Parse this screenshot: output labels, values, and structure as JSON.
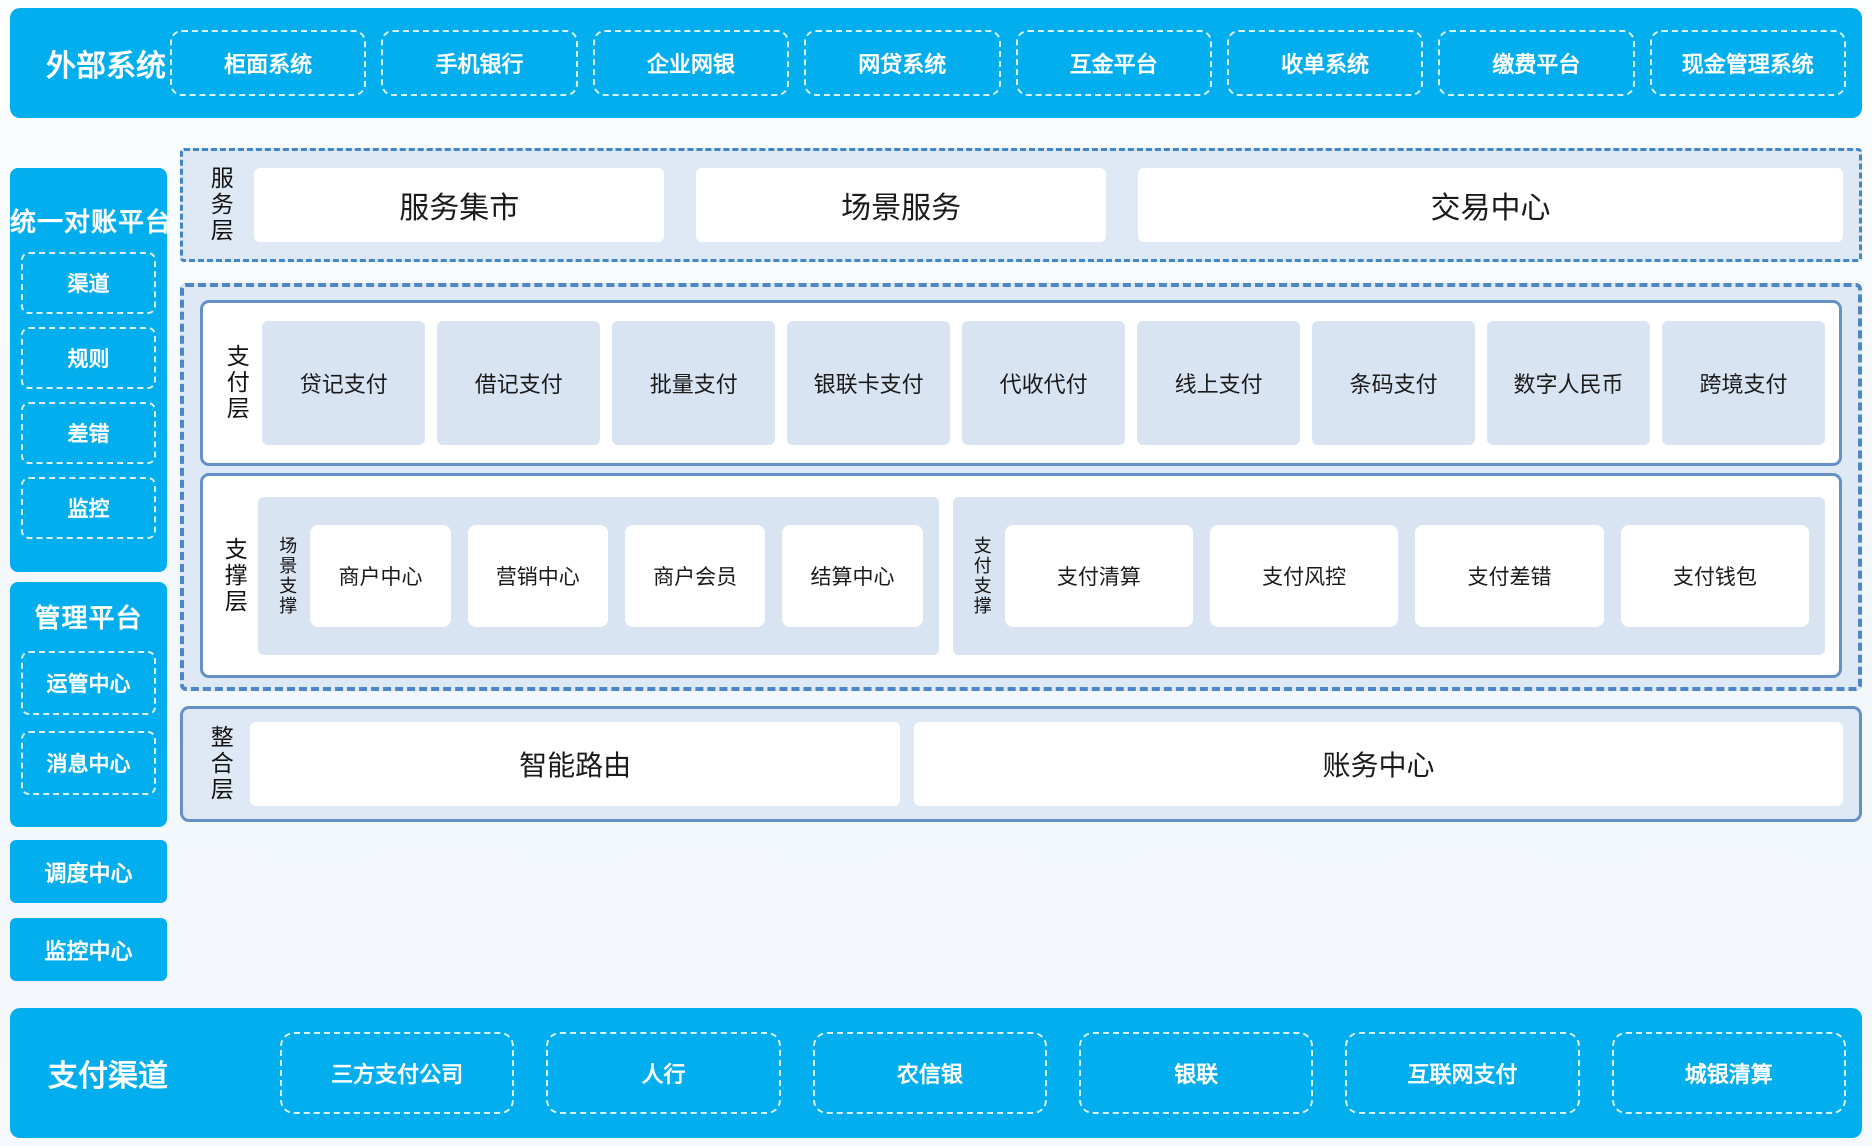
{
  "colors": {
    "accent_blue": "#03aeef",
    "section_bg": "#dfe9f5",
    "tile_light_blue": "#d9e4f3",
    "solid_border_blue": "#6591c8",
    "dashed_border_blue": "#4d87c7",
    "dark_text": "#1a1a1a",
    "white": "#ffffff"
  },
  "top_bar": {
    "label": "外部系统",
    "items": [
      "柜面系统",
      "手机银行",
      "企业网银",
      "网贷系统",
      "互金平台",
      "收单系统",
      "缴费平台",
      "现金管理系统"
    ]
  },
  "sidebar": {
    "reconciliation": {
      "title": "统一对账平台",
      "items": [
        "渠道",
        "规则",
        "差错",
        "监控"
      ]
    },
    "management": {
      "title": "管理平台",
      "items": [
        "运管中心",
        "消息中心"
      ]
    },
    "standalone": [
      "调度中心",
      "监控中心"
    ]
  },
  "main": {
    "service_layer": {
      "label": "服务层",
      "items": [
        "服务集市",
        "场景服务",
        "交易中心"
      ]
    },
    "payment_layer": {
      "label": "支付层",
      "items": [
        "贷记支付",
        "借记支付",
        "批量支付",
        "银联卡支付",
        "代收代付",
        "线上支付",
        "条码支付",
        "数字人民币",
        "跨境支付"
      ]
    },
    "support_layer": {
      "label": "支撑层",
      "groups": [
        {
          "label": "场景支撑",
          "items": [
            "商户中心",
            "营销中心",
            "商户会员",
            "结算中心"
          ]
        },
        {
          "label": "支付支撑",
          "items": [
            "支付清算",
            "支付风控",
            "支付差错",
            "支付钱包"
          ]
        }
      ]
    },
    "integration_layer": {
      "label": "整合层",
      "items": [
        "智能路由",
        "账务中心"
      ]
    }
  },
  "bottom_bar": {
    "label": "支付渠道",
    "items": [
      "三方支付公司",
      "人行",
      "农信银",
      "银联",
      "互联网支付",
      "城银清算"
    ]
  }
}
